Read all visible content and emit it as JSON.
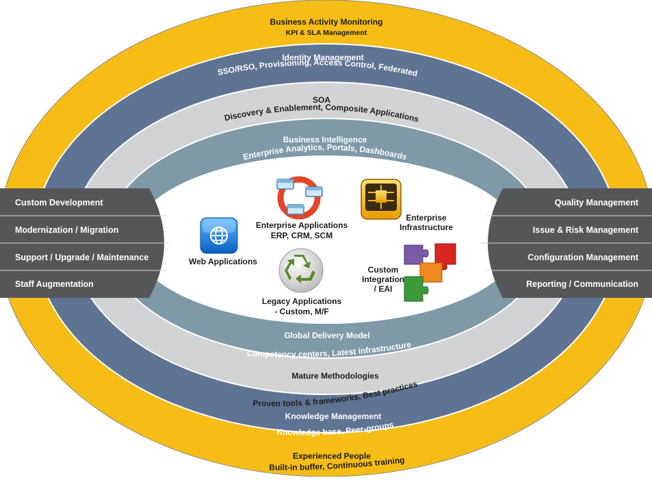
{
  "rings": {
    "outer_top": {
      "title": "Business Activity Monitoring",
      "subtitle": "KPI & SLA Management"
    },
    "identity": {
      "title": "Identity Management",
      "subtitle": "SSO/RSO, Provisioning, Access Control, Federated"
    },
    "soa": {
      "title": "SOA",
      "subtitle": "Discovery & Enablement, Composite Applications"
    },
    "bi": {
      "title": "Business Intelligence",
      "subtitle": "Enterprise Analytics, Portals, Dashboards"
    },
    "gdm": {
      "title": "Global Delivery Model",
      "subtitle": "Competency centers, Latest infrastructure"
    },
    "methodologies": {
      "title": "Mature Methodologies",
      "subtitle": "Proven tools & frameworks, Best practices"
    },
    "knowledge": {
      "title": "Knowledge Management",
      "subtitle": "Knowledge base, Peer-groups"
    },
    "outer_bottom": {
      "title": "Experienced People",
      "subtitle": "Built-in buffer, Continuous training"
    }
  },
  "left_panel": [
    "Custom Development",
    "Modernization / Migration",
    "Support / Upgrade / Maintenance",
    "Staff Augmentation"
  ],
  "right_panel": [
    "Quality Management",
    "Issue & Risk Management",
    "Configuration Management",
    "Reporting / Communication"
  ],
  "center": {
    "web_apps": "Web Applications",
    "enterprise_apps": {
      "line1": "Enterprise Applications",
      "line2": "ERP, CRM, SCM"
    },
    "enterprise_infra": {
      "line1": "Enterprise",
      "line2": "Infrastructure"
    },
    "legacy_apps": {
      "line1": "Legacy Applications",
      "line2": "- Custom, M/F"
    },
    "custom_integration": {
      "line1": "Custom",
      "line2": "Integration",
      "line3": "/ EAI"
    }
  },
  "colors": {
    "gold": "#f6bd16",
    "slate": "#5f7393",
    "light_gray": "#d2d3d5",
    "teal_gray": "#7f9aa6",
    "panel": "#555657"
  },
  "icons": [
    "globe-icon",
    "server-network-icon",
    "chip-icon",
    "recycle-icon",
    "puzzle-icon"
  ]
}
